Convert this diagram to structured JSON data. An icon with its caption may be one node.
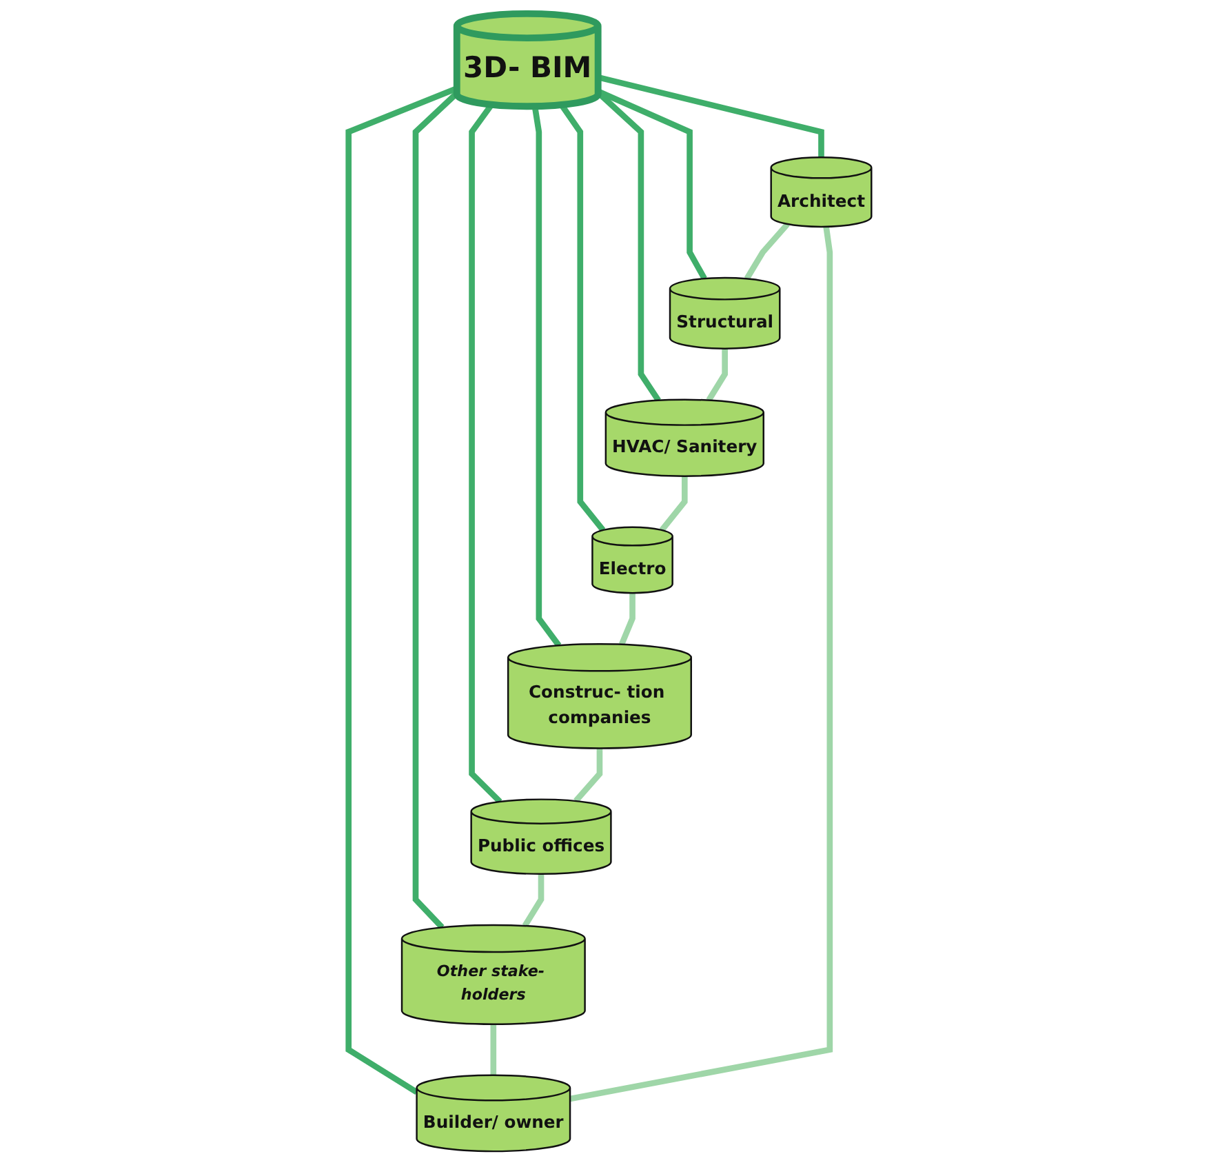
{
  "diagram": {
    "nodes": [
      {
        "text": [
          "Architect"
        ]
      },
      {
        "text": [
          "Builder/ owner"
        ]
      },
      {
        "text": [
          "Structural"
        ]
      },
      {
        "text": [
          "Other stake- holders"
        ]
      },
      {
        "text": [
          "3D- BIM"
        ]
      },
      {
        "text": [
          "HVAC/ Sanitery"
        ]
      },
      {
        "text": [
          "Public offices"
        ]
      },
      {
        "text": [
          "Construc- tion companies"
        ]
      },
      {
        "text": [
          "Electro"
        ]
      }
    ],
    "edges": [
      {
        "from": 4,
        "to": 0,
        "arrow": "none"
      },
      {
        "from": 4,
        "to": 2,
        "arrow": "none"
      },
      {
        "from": 4,
        "to": 5,
        "arrow": "none"
      },
      {
        "from": 4,
        "to": 8,
        "arrow": "none"
      },
      {
        "from": 4,
        "to": 7,
        "arrow": "none"
      },
      {
        "from": 4,
        "to": 6,
        "arrow": "none"
      },
      {
        "from": 4,
        "to": 3,
        "arrow": "none"
      },
      {
        "from": 4,
        "to": 1,
        "arrow": "none"
      },
      {
        "from": 0,
        "to": 2,
        "arrow": "none",
        "color": "#9fd6a8"
      },
      {
        "from": 2,
        "to": 5,
        "arrow": "none",
        "color": "#9fd6a8"
      },
      {
        "from": 5,
        "to": 8,
        "arrow": "none",
        "color": "#9fd6a8"
      },
      {
        "from": 8,
        "to": 7,
        "arrow": "none",
        "color": "#9fd6a8"
      },
      {
        "from": 7,
        "to": 6,
        "arrow": "none",
        "color": "#9fd6a8"
      },
      {
        "from": 6,
        "to": 3,
        "arrow": "none",
        "color": "#9fd6a8"
      },
      {
        "from": 3,
        "to": 1,
        "arrow": "none",
        "color": "#9fd6a8"
      },
      {
        "from": 1,
        "to": 0,
        "arrow": "none",
        "color": "#9fd6a8"
      }
    ]
  }
}
